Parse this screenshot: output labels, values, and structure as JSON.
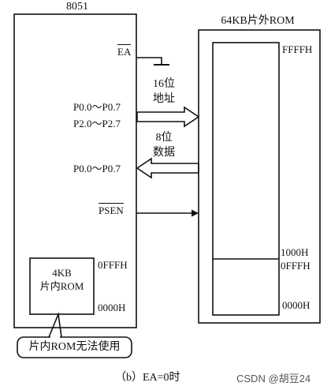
{
  "chip": {
    "title": "8051"
  },
  "ext_rom": {
    "title": "64KB片外ROM",
    "addr_top": "FFFFH",
    "addr_1000": "1000H",
    "addr_0fff": "0FFFH",
    "addr_0000": "0000H"
  },
  "signals": {
    "ea": "EA",
    "addr_lo": "P0.0～P0.7",
    "addr_hi": "P2.0～P2.7",
    "data_port": "P0.0～P0.7",
    "psen": "PSEN"
  },
  "arrows": {
    "addr_line1": "16位",
    "addr_line2": "地址",
    "data_line1": "8位",
    "data_line2": "数据"
  },
  "int_rom": {
    "line1": "4KB",
    "line2": "片内ROM",
    "addr_top": "0FFFH",
    "addr_bottom": "0000H"
  },
  "callout": {
    "text": "片内ROM无法使用"
  },
  "caption": {
    "text": "（b）EA=0时"
  },
  "watermark": {
    "text": "CSDN @胡豆24"
  },
  "colors": {
    "ink": "#111111",
    "background": "#ffffff",
    "watermark": "#555555"
  }
}
